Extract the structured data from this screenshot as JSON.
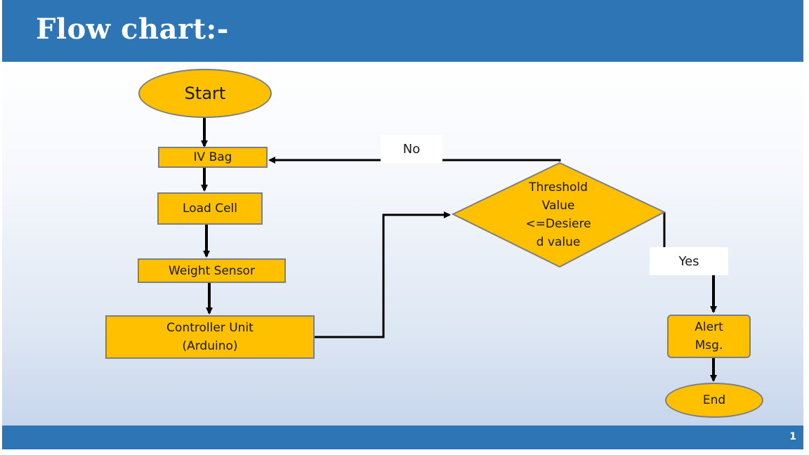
{
  "slide": {
    "title": "Flow chart:-",
    "page_number": "1",
    "colors": {
      "header": "#2e75b6",
      "node_fill": "#ffc000",
      "node_border": "#7f7f7f"
    }
  },
  "flowchart": {
    "nodes": {
      "start": "Start",
      "iv_bag": "IV Bag",
      "load_cell": "Load Cell",
      "weight_sensor": "Weight Sensor",
      "controller": "Controller Unit\n(Arduino)",
      "decision": "Threshold\nValue\n<=Desiere\nd value",
      "alert": "Alert\nMsg.",
      "end": "End"
    },
    "edge_labels": {
      "no": "No",
      "yes": "Yes"
    }
  }
}
